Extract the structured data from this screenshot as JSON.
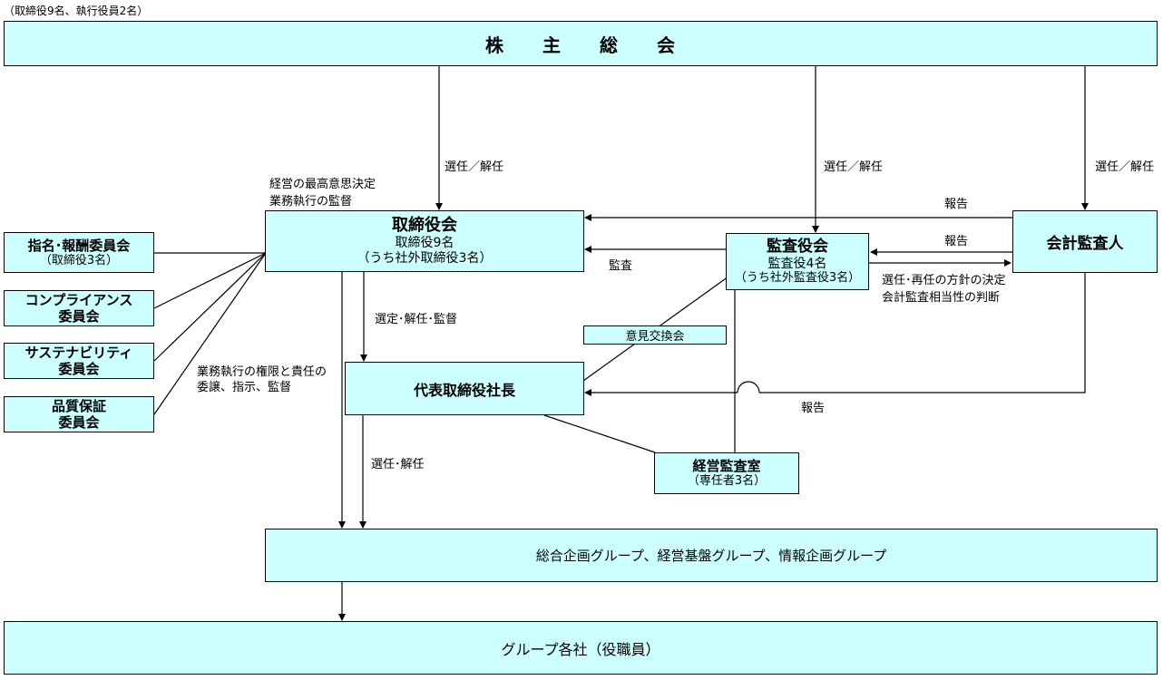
{
  "note": "（取締役9名、執行役員2名）",
  "boxes": {
    "shareholders": "株　　主　　総　　会",
    "board": {
      "title": "取締役会",
      "line1": "取締役9名",
      "line2": "（うち社外取締役3名）"
    },
    "auditors": {
      "title": "監査役会",
      "line1": "監査役4名",
      "line2": "（うち社外監査役3名）"
    },
    "accounting": "会計監査人",
    "nomination": {
      "line1": "指名･報酬委員会",
      "line2": "（取締役3名）"
    },
    "compliance": {
      "line1": "コンプライアンス",
      "line2": "委員会"
    },
    "sustainability": {
      "line1": "サステナビリティ",
      "line2": "委員会"
    },
    "quality": {
      "line1": "品質保証",
      "line2": "委員会"
    },
    "president": "代表取締役社長",
    "opinion": "意見交換会",
    "internal_audit": {
      "title": "経営監査室",
      "line1": "（専任者3名）"
    },
    "groups": "総合企画グループ、経営基盤グループ、情報企画グループ",
    "companies": "グループ各社（役職員）"
  },
  "labels": {
    "elect1": "選任／解任",
    "elect2": "選任／解任",
    "elect3": "選任／解任",
    "board_role1": "経営の最高意思決定",
    "board_role2": "業務執行の監督",
    "report1": "報告",
    "report2": "報告",
    "report3": "報告",
    "audit": "監査",
    "policy1": "選任･再任の方針の決定",
    "policy2": "会計監査相当性の判断",
    "select_dismiss_supervise": "選定･解任･監督",
    "delegate1": "業務執行の権限と責任の",
    "delegate2": "委譲、指示、監督",
    "elect_dismiss": "選任･解任"
  }
}
